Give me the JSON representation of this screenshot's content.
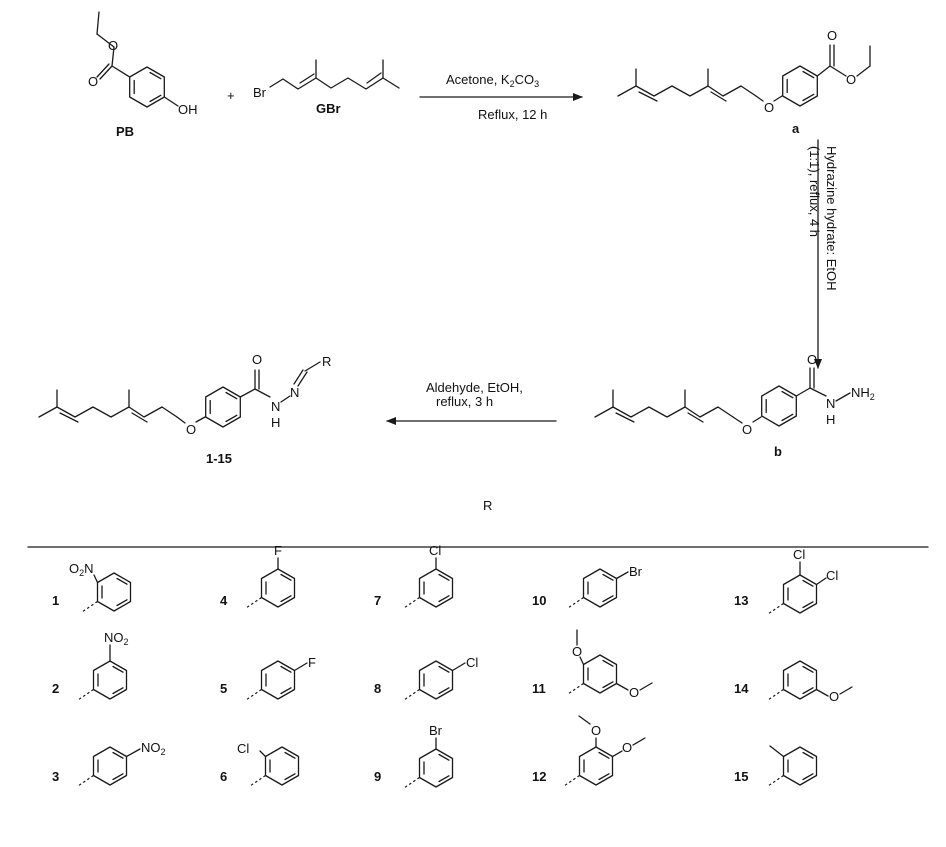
{
  "compounds": {
    "pb": "PB",
    "gbr": "GBr",
    "a": "a",
    "b": "b",
    "products": "1-15"
  },
  "atoms": {
    "O": "O",
    "OH": "OH",
    "Br": "Br",
    "N": "N",
    "H": "H",
    "NH2_base": "NH",
    "NH2_sub": "2",
    "R": "R",
    "F": "F",
    "Cl": "Cl",
    "NO2_base": "NO",
    "NO2_sub": "2",
    "O2N_pre": "O",
    "O2N_sub": "2",
    "O2N_post": "N"
  },
  "plus": "+",
  "step1": {
    "line1_base": "Acetone, K",
    "line1_sub1": "2",
    "line1_mid": "CO",
    "line1_sub2": "3",
    "line2": "Reflux, 12 h"
  },
  "step2": {
    "line1": "Hydrazine hydrate: EtOH",
    "line2": "(1:1), reflux, 4 h"
  },
  "step3": {
    "line1": "Aldehyde, EtOH,",
    "line2": "reflux, 3 h"
  },
  "r_header": "R",
  "r_groups": [
    "1",
    "2",
    "3",
    "4",
    "5",
    "6",
    "7",
    "8",
    "9",
    "10",
    "11",
    "12",
    "13",
    "14",
    "15"
  ]
}
